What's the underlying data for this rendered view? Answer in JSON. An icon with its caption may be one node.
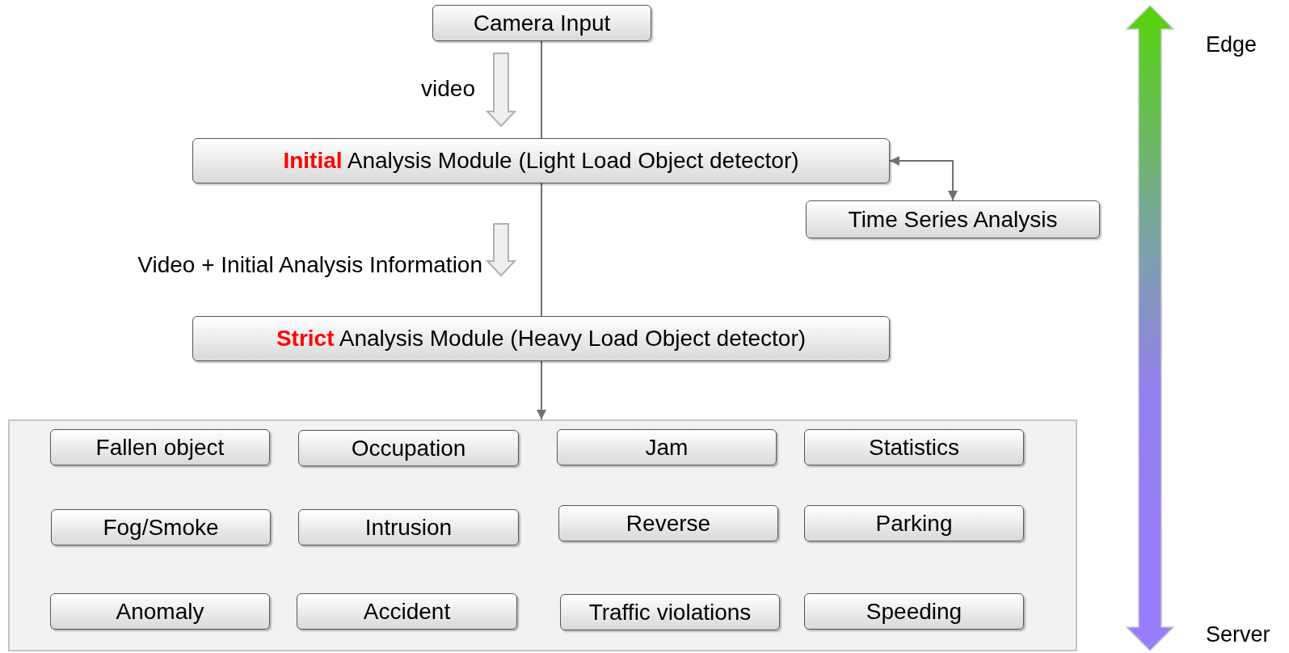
{
  "diagram": {
    "nodes": [
      {
        "text": [
          "Camera Input"
        ]
      },
      {
        "text": [
          "**Initial** Analysis Module (Light Load Object detector)"
        ]
      },
      {
        "text": [
          "Time Series Analysis"
        ]
      },
      {
        "text": [
          "**Strict** Analysis Module (Heavy Load Object detector)"
        ]
      },
      {
        "text": [],
        "shape": "box"
      },
      {
        "text": [
          "Fallen object"
        ],
        "in": 4
      },
      {
        "text": [
          "Occupation"
        ],
        "in": 4
      },
      {
        "text": [
          "Jam"
        ],
        "in": 4
      },
      {
        "text": [
          "Statistics"
        ],
        "in": 4
      },
      {
        "text": [
          "Fog/Smoke"
        ],
        "in": 4
      },
      {
        "text": [
          "Intrusion"
        ],
        "in": 4
      },
      {
        "text": [
          "Reverse"
        ],
        "in": 4
      },
      {
        "text": [
          "Parking"
        ],
        "in": 4
      },
      {
        "text": [
          "Anomaly"
        ],
        "in": 4
      },
      {
        "text": [
          "Accident"
        ],
        "in": 4
      },
      {
        "text": [
          "Traffic violations"
        ],
        "in": 4
      },
      {
        "text": [
          "Speeding"
        ],
        "in": 4
      }
    ],
    "edges": [
      {
        "from": 0,
        "to": 1,
        "arrow": "none"
      },
      {
        "from": 0,
        "to": 1,
        "arrow": "to",
        "label": "video",
        "style": "thick"
      },
      {
        "from": 1,
        "to": 2,
        "arrow": "both"
      },
      {
        "from": 1,
        "to": 3,
        "arrow": "none"
      },
      {
        "from": 1,
        "to": 3,
        "arrow": "to",
        "label": "Video + Initial Analysis Information",
        "style": "thick"
      },
      {
        "from": 3,
        "to": 4,
        "arrow": "to"
      }
    ],
    "labels": [
      "Edge",
      "Server"
    ]
  }
}
